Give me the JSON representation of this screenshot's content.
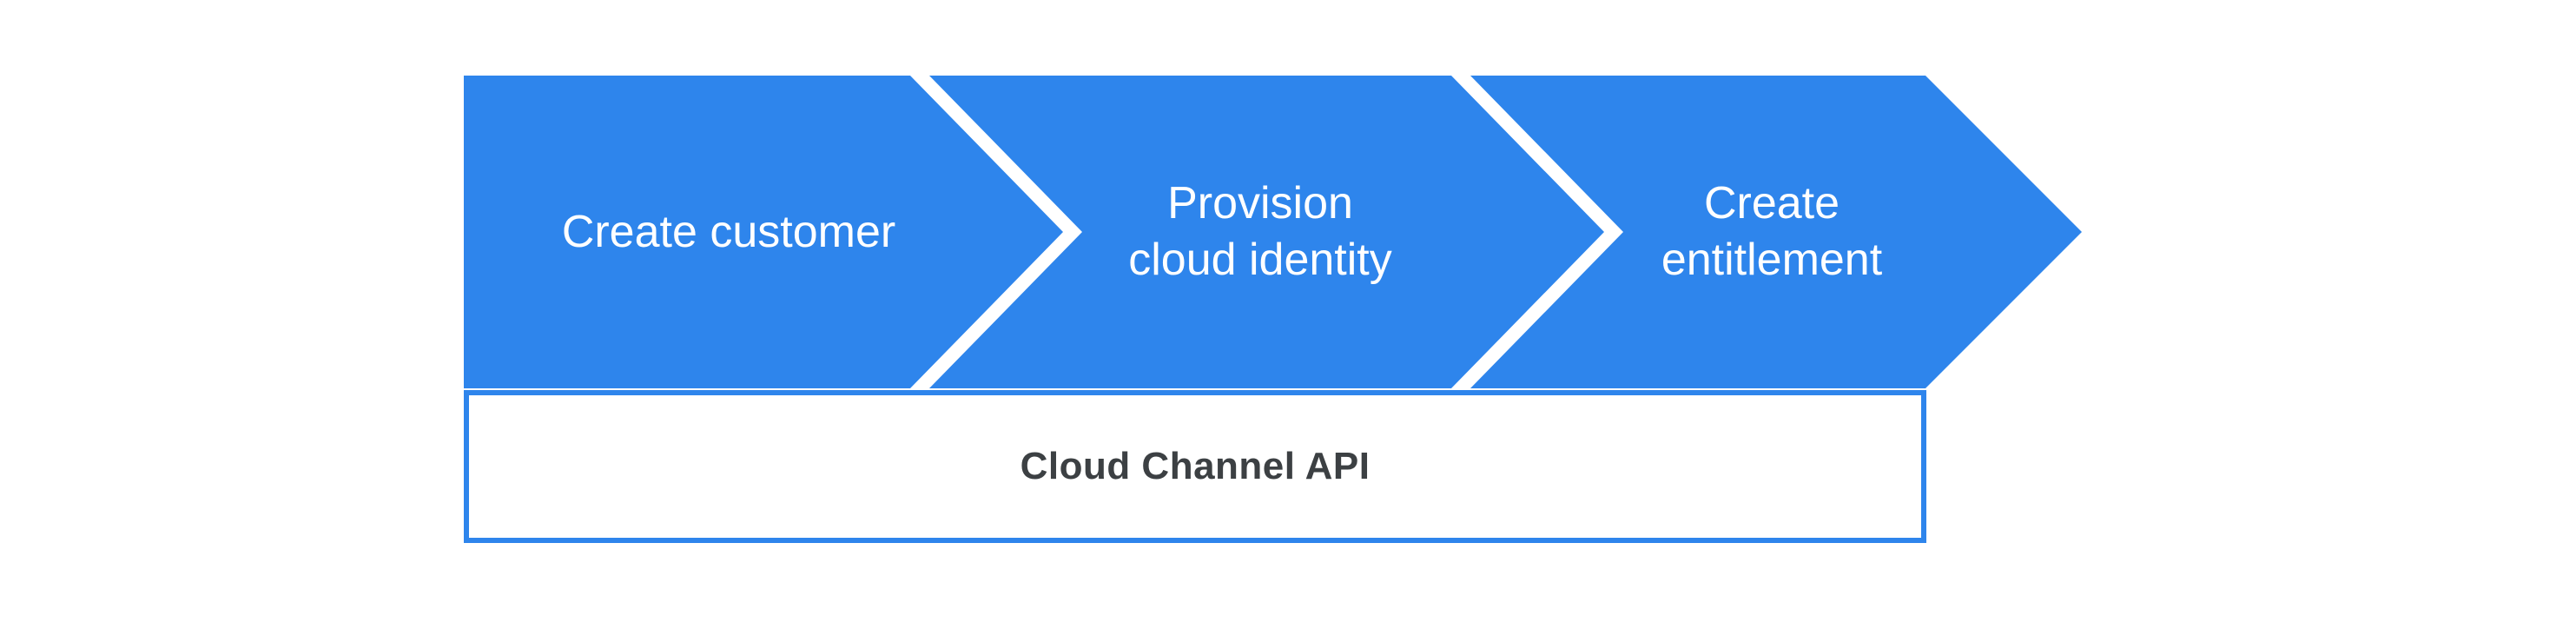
{
  "colors": {
    "arrow_blue": "#2E85EC",
    "box_border_blue": "#2E85EC",
    "box_bg": "#FFFFFF",
    "arrow_text": "#FFFFFF",
    "box_text": "#3C4043",
    "page_bg": "#FFFFFF"
  },
  "diagram": {
    "steps": [
      {
        "label": "Create customer"
      },
      {
        "label": "Provision\ncloud identity"
      },
      {
        "label": "Create\nentitlement"
      }
    ],
    "api_box": {
      "label": "Cloud Channel API"
    }
  }
}
